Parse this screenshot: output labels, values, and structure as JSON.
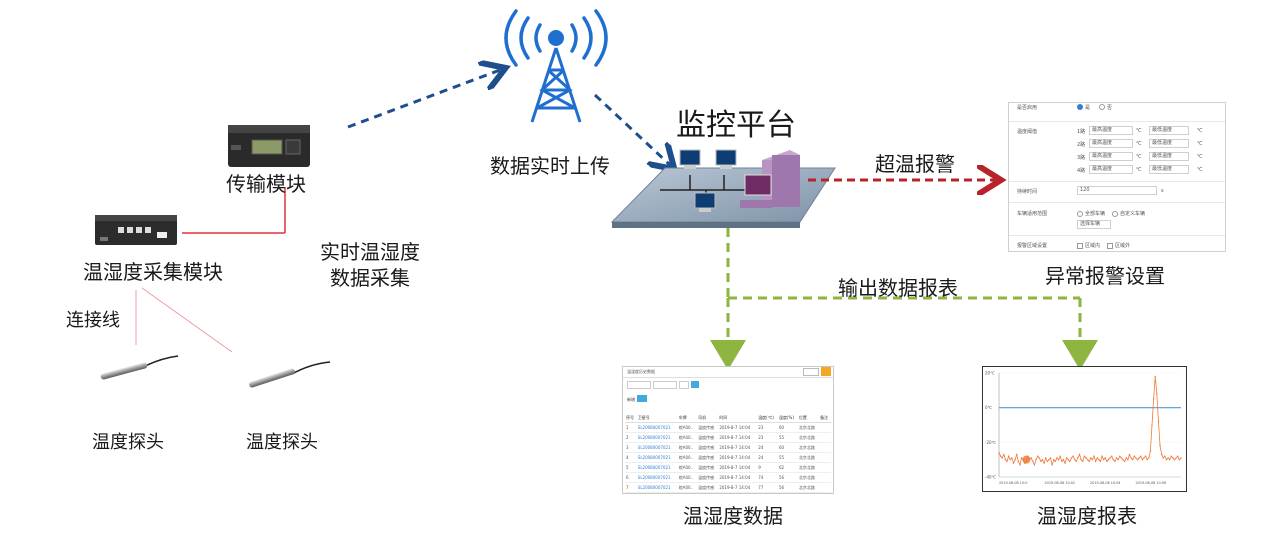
{
  "labels": {
    "transfer_module": "传输模块",
    "collection_module": "温湿度采集模块",
    "cable": "连接线",
    "probe_left": "温度探头",
    "probe_right": "温度探头",
    "realtime_collect_line1": "实时温湿度",
    "realtime_collect_line2": "数据采集",
    "realtime_upload": "数据实时上传",
    "platform": "监控平台",
    "over_temp_alarm": "超温报警",
    "alarm_settings": "异常报警设置",
    "output_report": "输出数据报表",
    "th_data": "温湿度数据",
    "th_report": "温湿度报表"
  },
  "colors": {
    "upload_arrow": "#1f4e8c",
    "alarm_arrow": "#b8232b",
    "report_arrow": "#8db540",
    "red_link": "#e4323a",
    "chart_series": "#f07a3a",
    "chart_threshold": "#4a9fd0",
    "tower": "#1e6fd0"
  },
  "form": {
    "enabled_key": "是否启用",
    "opt_yes": "是",
    "opt_no": "否",
    "threshold_key": "温度阈值",
    "rows": [
      {
        "ch": "1路",
        "high": "最高温度",
        "unit1": "℃",
        "low": "最低温度",
        "unit2": "℃"
      },
      {
        "ch": "2路",
        "high": "最高温度",
        "unit1": "℃",
        "low": "最低温度",
        "unit2": "℃"
      },
      {
        "ch": "3路",
        "high": "最高温度",
        "unit1": "℃",
        "low": "最低温度",
        "unit2": "℃"
      },
      {
        "ch": "4路",
        "high": "最高温度",
        "unit1": "℃",
        "low": "最低温度",
        "unit2": "℃"
      }
    ],
    "duration_key": "持续时间",
    "duration_value": "120",
    "duration_unit": "s",
    "scope_key": "车辆适用范围",
    "scope_opt1": "全部车辆",
    "scope_opt2": "自定义车辆",
    "scope_select": "选择车辆",
    "area_key": "报警区域设置",
    "area_opt1": "区域内",
    "area_opt2": "区域外"
  },
  "table": {
    "title": "温湿度历史数据",
    "btn_add": "新增",
    "headers": [
      "序号",
      "卫星号",
      "车牌",
      "司机",
      "时间",
      "温度(℃)",
      "湿度(%)",
      "位置",
      "备注"
    ],
    "rows": [
      [
        "1",
        "SL20080007021",
        "皖A00..",
        "温度传感",
        "2019-8-7 14:04",
        "23",
        "60",
        "北京北路",
        ""
      ],
      [
        "2",
        "SL20080007021",
        "皖A00..",
        "温度传感",
        "2019-8-7 14:04",
        "23",
        "55",
        "北京北路",
        ""
      ],
      [
        "3",
        "SL20080007021",
        "皖A00..",
        "温度传感",
        "2019-8-7 14:04",
        "24",
        "60",
        "北京北路",
        ""
      ],
      [
        "4",
        "SL20080007021",
        "皖A00..",
        "温度传感",
        "2019-8-7 14:04",
        "24",
        "55",
        "北京北路",
        ""
      ],
      [
        "5",
        "SL20080007021",
        "皖A00..",
        "温度传感",
        "2019-8-7 14:04",
        "9",
        "62",
        "北京北路",
        ""
      ],
      [
        "6",
        "SL20080007021",
        "皖A00..",
        "温度传感",
        "2019-8-7 14:04",
        "74",
        "56",
        "北京北路",
        ""
      ],
      [
        "7",
        "SL20080007021",
        "皖A00..",
        "温度传感",
        "2019-8-7 14:04",
        "77",
        "56",
        "北京北路",
        ""
      ]
    ]
  },
  "chart_data": {
    "type": "line",
    "title": "",
    "xlabel": "",
    "ylabel": "",
    "y_ticks": [
      "20℃",
      "0℃",
      "-20℃",
      "-40℃"
    ],
    "x_ticks": [
      "2019-08-08 10:0",
      "2019-08-08 10:02",
      "2019-08-08 10:04",
      "2019-08-08 10:06"
    ],
    "ylim": [
      -40,
      20
    ],
    "threshold": 0,
    "series": [
      {
        "values": [
          -26,
          -28,
          -29,
          -27,
          -30,
          -31,
          -28,
          -30,
          -29,
          -32,
          -30,
          -27,
          -31,
          -33,
          -29,
          -30,
          -32,
          -31,
          -28,
          -30,
          -29,
          -31,
          -33,
          -30,
          -28,
          -29,
          -31,
          -30,
          -32,
          -29,
          -31,
          -30,
          -29,
          -33,
          -30,
          -31,
          -29,
          -30,
          -28,
          -31,
          -30,
          -32,
          -29,
          -30,
          -31,
          -29,
          -28,
          -30,
          -31,
          -29,
          -27,
          -30,
          -31,
          -28,
          -29,
          -30,
          -31,
          -29,
          -30,
          -28,
          -31,
          -29,
          -30,
          -31,
          -28,
          -30,
          -29,
          -31,
          -30,
          -29,
          -28,
          -30,
          -31,
          -29,
          -30,
          -28,
          -29,
          -30,
          -31,
          -29,
          -30,
          -27,
          -29,
          -30,
          -28,
          -29,
          -30,
          -29,
          -28,
          -30,
          -29,
          -28,
          -30,
          -29,
          -25,
          -10,
          5,
          18,
          8,
          -8,
          -22,
          -27,
          -29,
          -28,
          -30,
          -29,
          -30,
          -28,
          -29,
          -30,
          -29,
          -28,
          -30,
          -29
        ]
      }
    ]
  }
}
